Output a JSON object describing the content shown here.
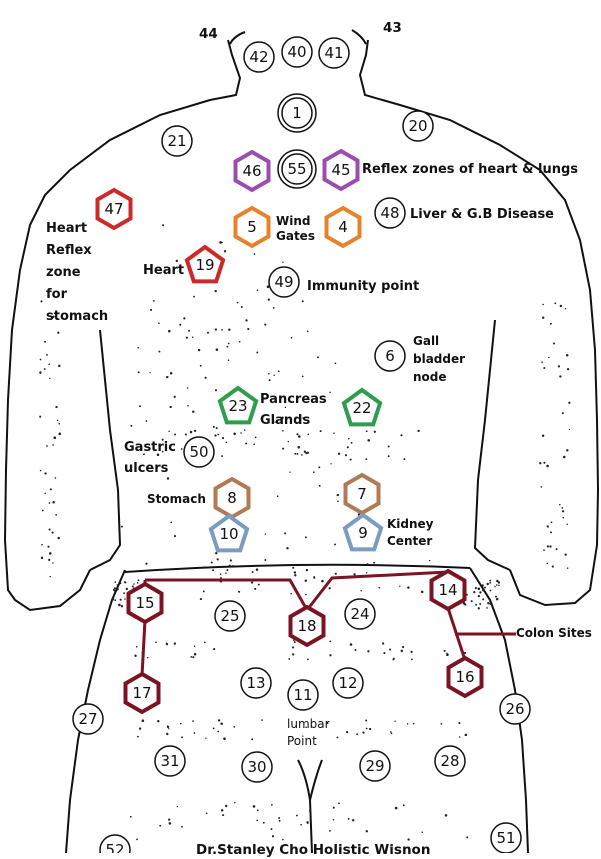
{
  "points": [
    {
      "n": "1",
      "style": "plain"
    },
    {
      "n": "4",
      "style": "hex",
      "color": "orange"
    },
    {
      "n": "5",
      "style": "hex",
      "color": "orange"
    },
    {
      "n": "6",
      "style": "plain"
    },
    {
      "n": "7",
      "style": "hex",
      "color": "brown"
    },
    {
      "n": "8",
      "style": "hex",
      "color": "brown"
    },
    {
      "n": "9",
      "style": "pent",
      "color": "blue"
    },
    {
      "n": "10",
      "style": "pent",
      "color": "blue"
    },
    {
      "n": "11",
      "style": "plain"
    },
    {
      "n": "12",
      "style": "plain"
    },
    {
      "n": "13",
      "style": "plain"
    },
    {
      "n": "14",
      "style": "hex",
      "color": "maroon"
    },
    {
      "n": "15",
      "style": "hex",
      "color": "maroon"
    },
    {
      "n": "16",
      "style": "hex",
      "color": "maroon"
    },
    {
      "n": "17",
      "style": "hex",
      "color": "maroon"
    },
    {
      "n": "18",
      "style": "hex",
      "color": "maroon"
    },
    {
      "n": "19",
      "style": "pent",
      "color": "red"
    },
    {
      "n": "20",
      "style": "plain"
    },
    {
      "n": "21",
      "style": "plain"
    },
    {
      "n": "22",
      "style": "pent",
      "color": "green"
    },
    {
      "n": "23",
      "style": "pent",
      "color": "green"
    },
    {
      "n": "24",
      "style": "plain"
    },
    {
      "n": "25",
      "style": "plain"
    },
    {
      "n": "26",
      "style": "plain"
    },
    {
      "n": "27",
      "style": "plain"
    },
    {
      "n": "28",
      "style": "plain"
    },
    {
      "n": "29",
      "style": "plain"
    },
    {
      "n": "30",
      "style": "plain"
    },
    {
      "n": "31",
      "style": "plain"
    },
    {
      "n": "40",
      "style": "plain"
    },
    {
      "n": "41",
      "style": "plain"
    },
    {
      "n": "42",
      "style": "plain"
    },
    {
      "n": "45",
      "style": "hex",
      "color": "purple"
    },
    {
      "n": "46",
      "style": "hex",
      "color": "purple"
    },
    {
      "n": "47",
      "style": "hex",
      "color": "red"
    },
    {
      "n": "48",
      "style": "plain"
    },
    {
      "n": "49",
      "style": "plain"
    },
    {
      "n": "50",
      "style": "plain"
    },
    {
      "n": "51",
      "style": "plain"
    },
    {
      "n": "52",
      "style": "plain"
    },
    {
      "n": "55",
      "style": "plain"
    }
  ],
  "corner_labels": {
    "left": "44",
    "right": "43"
  },
  "labels": {
    "reflex_heart_lungs": "Reflex zones of heart & lungs",
    "liver_gb": "Liver & G.B Disease",
    "wind_gates": [
      "Wind",
      "Gates"
    ],
    "heart_reflex_stomach": [
      "Heart",
      "Reflex",
      "zone",
      "for",
      "stomach"
    ],
    "heart": "Heart",
    "immunity": "Immunity point",
    "gall_bladder": [
      "Gall",
      "bladder",
      "node"
    ],
    "pancreas": [
      "Pancreas",
      "Glands"
    ],
    "gastric": [
      "Gastric",
      "ulcers"
    ],
    "stomach": "Stomach",
    "kidney": [
      "Kidney",
      "Center"
    ],
    "colon": "Colon Sites",
    "lumbar": [
      "lumbar",
      "Point"
    ],
    "footer": "Dr.Stanley Cho Holistic Wisnon"
  },
  "colors": {
    "orange": "#e8822a",
    "purple": "#9b4dae",
    "red": "#cc2a2a",
    "green": "#2e9e4e",
    "brown": "#b07a52",
    "blue": "#7a9cc0",
    "maroon": "#7a1422",
    "ink": "#111111"
  }
}
